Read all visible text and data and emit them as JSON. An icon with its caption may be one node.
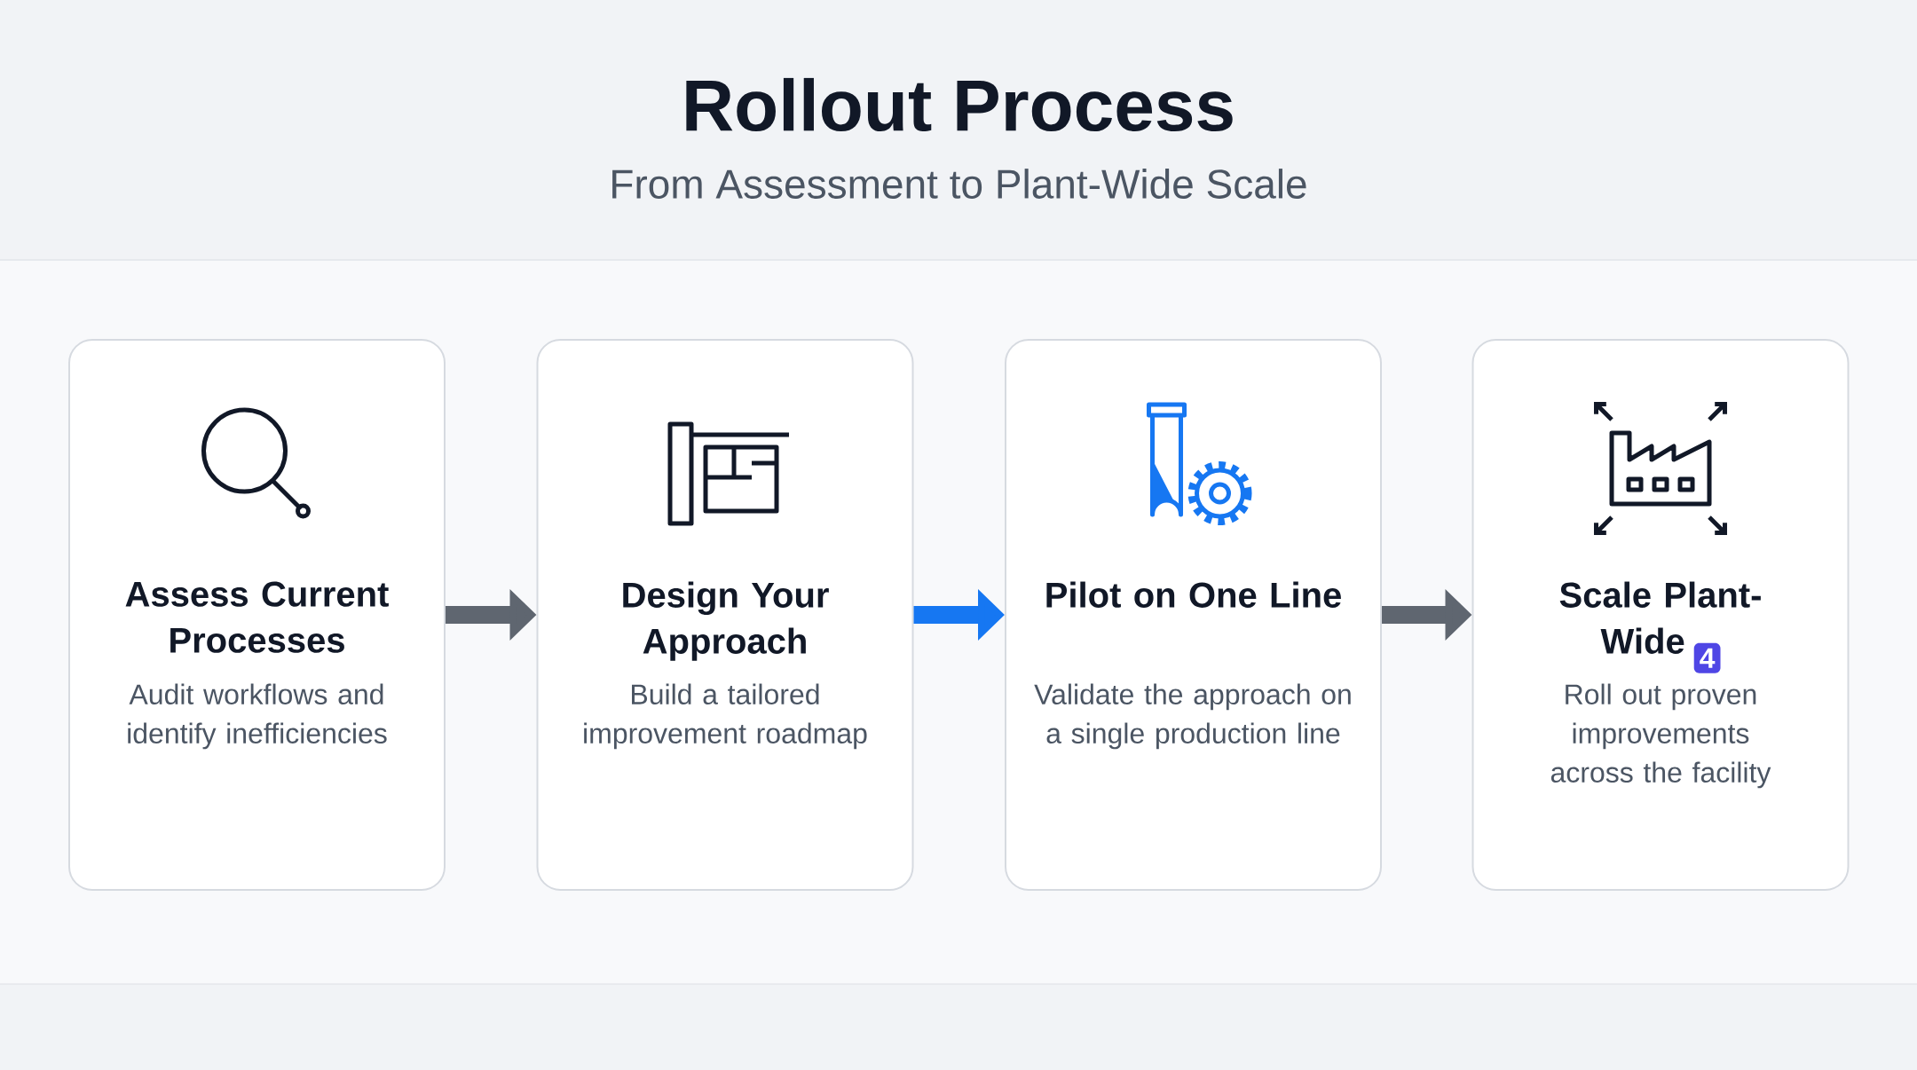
{
  "diagram": {
    "title": "Rollout Process",
    "caption": "From Assessment to Plant-Wide Scale",
    "nodes": [
      {
        "text": [
          "Assess Current Processes",
          "Audit workflows and identify inefficiencies"
        ]
      },
      {
        "text": [
          "Design Your Approach",
          "Build a tailored improvement roadmap"
        ]
      },
      {
        "text": [
          "Pilot on One Line",
          "Validate the approach on a single production line"
        ]
      },
      {
        "text": [
          "Scale Plant-Wide",
          "4",
          "Roll out proven improvements across the facility"
        ]
      }
    ],
    "edges": [
      {
        "from": 0,
        "to": 1,
        "arrow": "to"
      },
      {
        "from": 1,
        "to": 2,
        "arrow": "to",
        "color": "#1677f2"
      },
      {
        "from": 2,
        "to": 3,
        "arrow": "to"
      }
    ]
  }
}
